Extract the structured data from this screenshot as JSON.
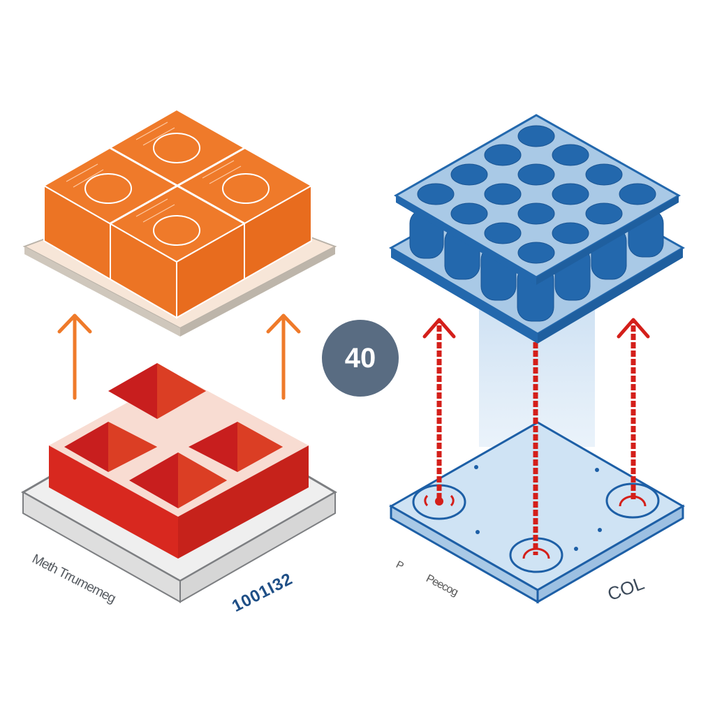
{
  "diagram": {
    "badge": {
      "value": "40",
      "color": "#596c82"
    },
    "left_panel": {
      "top_component": {
        "description": "orange 2x2 block with circular bosses on beige base",
        "color": "#ef7a2a",
        "base_color": "#f7e6d8"
      },
      "bottom_component": {
        "description": "red 2x2 pocket tray on grey base",
        "color": "#d6281f",
        "base_color": "#efefef"
      },
      "arrows": {
        "count": 2,
        "direction": "up",
        "color": "#ef7a2a"
      },
      "labels": [
        "Meth Trrumemeg",
        "1001I32"
      ]
    },
    "right_panel": {
      "top_component": {
        "description": "blue 4x4 cylinder array plate",
        "hole_count": 16,
        "color": "#2368ad",
        "plate_color": "#a9c9e6"
      },
      "bottom_component": {
        "description": "light blue base plate with 3 ring targets",
        "color": "#cfe3f4",
        "edge_color": "#1d5fa6",
        "target_count": 3
      },
      "arrows": {
        "count": 3,
        "style": "dashed",
        "direction": "up",
        "color": "#d41f1a"
      },
      "labels": [
        "P",
        "Peecog",
        "COL"
      ]
    },
    "colors": {
      "orange": "#ef7a2a",
      "red": "#d6281f",
      "blue": "#2368ad",
      "light_blue": "#cfe3f4",
      "slate": "#596c82"
    }
  }
}
